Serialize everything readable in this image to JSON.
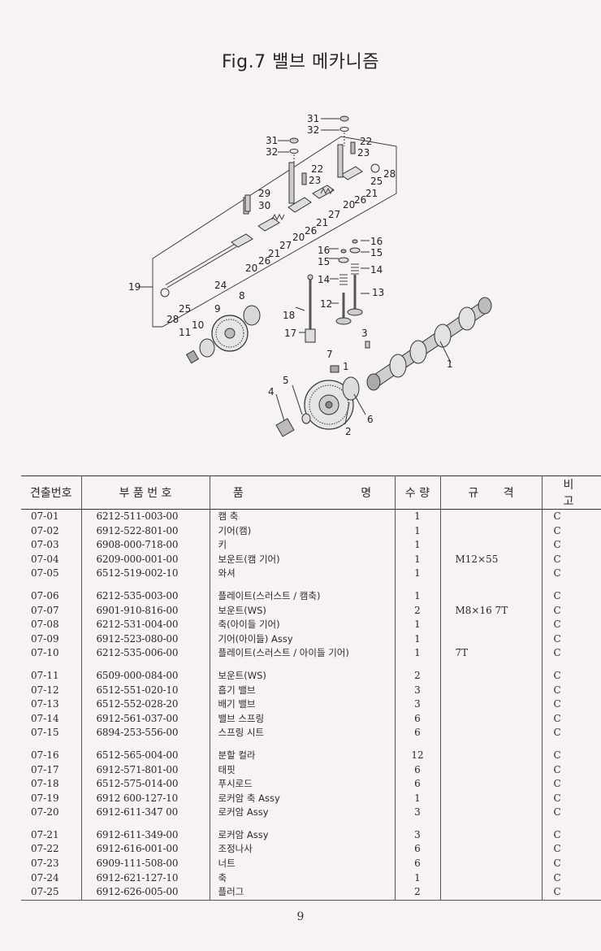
{
  "title": "Fig.7 밸브 메카니즘",
  "diagram": {
    "labels": [
      "1",
      "2",
      "3",
      "4",
      "5",
      "6",
      "7",
      "8",
      "9",
      "10",
      "11",
      "12",
      "13",
      "14",
      "14",
      "15",
      "15",
      "16",
      "16",
      "17",
      "18",
      "19",
      "20",
      "20",
      "20",
      "21",
      "21",
      "21",
      "22",
      "22",
      "23",
      "23",
      "24",
      "25",
      "25",
      "26",
      "26",
      "26",
      "27",
      "27",
      "28",
      "28",
      "29",
      "30",
      "31",
      "31",
      "32",
      "32"
    ]
  },
  "table": {
    "headers": [
      "견출번호",
      "부 품 번 호",
      "품 명",
      "수 량",
      "규 격",
      "비 고"
    ],
    "groups": [
      [
        {
          "no": "07-01",
          "part": "6212-511-003-00",
          "name": "캠 축",
          "qty": "1",
          "spec": "",
          "note": "C"
        },
        {
          "no": "07-02",
          "part": "6912-522-801-00",
          "name": "기어(캠)",
          "qty": "1",
          "spec": "",
          "note": "C"
        },
        {
          "no": "07-03",
          "part": "6908-000-718-00",
          "name": "키",
          "qty": "1",
          "spec": "",
          "note": "C"
        },
        {
          "no": "07-04",
          "part": "6209-000-001-00",
          "name": "보운트(캠 기어)",
          "qty": "1",
          "spec": "M12×55",
          "note": "C"
        },
        {
          "no": "07-05",
          "part": "6512-519-002-10",
          "name": "와셔",
          "qty": "1",
          "spec": "",
          "note": "C"
        }
      ],
      [
        {
          "no": "07-06",
          "part": "6212-535-003-00",
          "name": "플레이트(스러스트 / 캠축)",
          "qty": "1",
          "spec": "",
          "note": "C"
        },
        {
          "no": "07-07",
          "part": "6901-910-816-00",
          "name": "보운트(WS)",
          "qty": "2",
          "spec": "M8×16 7T",
          "note": "C"
        },
        {
          "no": "07-08",
          "part": "6212-531-004-00",
          "name": "축(아이들 기어)",
          "qty": "1",
          "spec": "",
          "note": "C"
        },
        {
          "no": "07-09",
          "part": "6912-523-080-00",
          "name": "기어(아이들) Assy",
          "qty": "1",
          "spec": "",
          "note": "C"
        },
        {
          "no": "07-10",
          "part": "6212-535-006-00",
          "name": "플레이트(스러스트 / 아이들 기어)",
          "qty": "1",
          "spec": "7T",
          "note": "C"
        }
      ],
      [
        {
          "no": "07-11",
          "part": "6509-000-084-00",
          "name": "보운트(WS)",
          "qty": "2",
          "spec": "",
          "note": "C"
        },
        {
          "no": "07-12",
          "part": "6512-551-020-10",
          "name": "흡기 밸브",
          "qty": "3",
          "spec": "",
          "note": "C"
        },
        {
          "no": "07-13",
          "part": "6512-552-028-20",
          "name": "배기 밸브",
          "qty": "3",
          "spec": "",
          "note": "C"
        },
        {
          "no": "07-14",
          "part": "6912-561-037-00",
          "name": "밸브 스프링",
          "qty": "6",
          "spec": "",
          "note": "C"
        },
        {
          "no": "07-15",
          "part": "6894-253-556-00",
          "name": "스프링 시트",
          "qty": "6",
          "spec": "",
          "note": "C"
        }
      ],
      [
        {
          "no": "07-16",
          "part": "6512-565-004-00",
          "name": "분할 컬라",
          "qty": "12",
          "spec": "",
          "note": "C"
        },
        {
          "no": "07-17",
          "part": "6912-571-801-00",
          "name": "태핏",
          "qty": "6",
          "spec": "",
          "note": "C"
        },
        {
          "no": "07-18",
          "part": "6512-575-014-00",
          "name": "푸시로드",
          "qty": "6",
          "spec": "",
          "note": "C"
        },
        {
          "no": "07-19",
          "part": "6912 600-127-10",
          "name": "로커암 축 Assy",
          "qty": "1",
          "spec": "",
          "note": "C"
        },
        {
          "no": "07-20",
          "part": "6912-611-347 00",
          "name": "로커암 Assy",
          "qty": "3",
          "spec": "",
          "note": "C"
        }
      ],
      [
        {
          "no": "07-21",
          "part": "6912-611-349-00",
          "name": "로커암 Assy",
          "qty": "3",
          "spec": "",
          "note": "C"
        },
        {
          "no": "07-22",
          "part": "6912-616-001-00",
          "name": "조정나사",
          "qty": "6",
          "spec": "",
          "note": "C"
        },
        {
          "no": "07-23",
          "part": "6909-111-508-00",
          "name": "너트",
          "qty": "6",
          "spec": "",
          "note": "C"
        },
        {
          "no": "07-24",
          "part": "6912-621-127-10",
          "name": "축",
          "qty": "1",
          "spec": "",
          "note": "C"
        },
        {
          "no": "07-25",
          "part": "6912-626-005-00",
          "name": "플러그",
          "qty": "2",
          "spec": "",
          "note": "C"
        }
      ]
    ]
  },
  "page_number": "9"
}
